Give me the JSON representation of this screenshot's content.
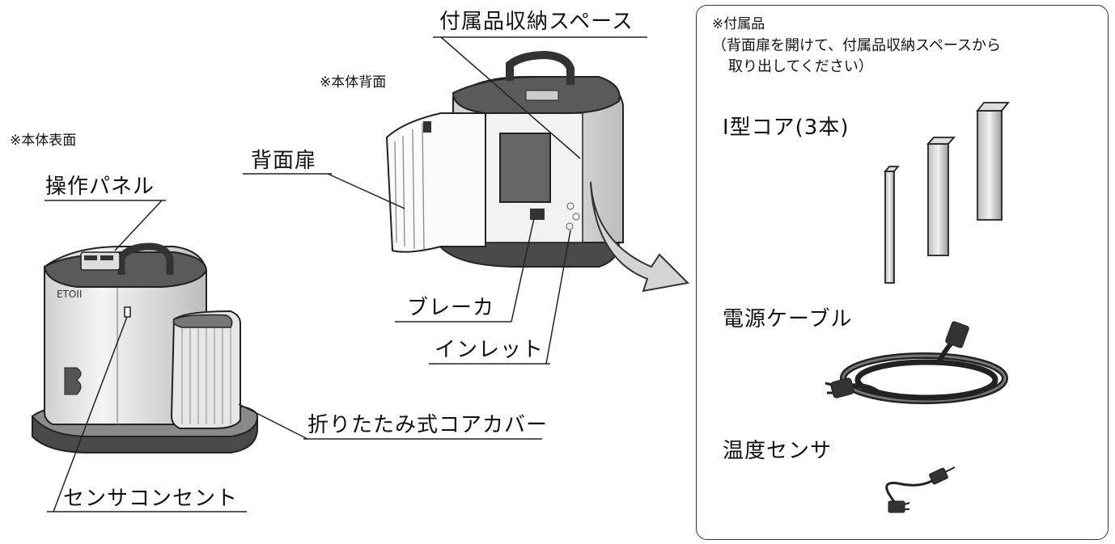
{
  "labels": {
    "body_front": "※本体表面",
    "body_back": "※本体背面",
    "control_panel": "操作パネル",
    "back_door": "背面扉",
    "breaker": "ブレーカ",
    "inlet": "インレット",
    "accessory_storage": "付属品収納スペース",
    "folding_core_cover": "折りたたみ式コアカバー",
    "sensor_outlet": "センサコンセント",
    "brand_mark": "ETOII"
  },
  "accessories": {
    "header": "※付属品",
    "note_line1": "（背面扉を開けて、付属品収納スペースから",
    "note_line2": "取り出してください）",
    "items": [
      {
        "label": "I型コア(3本)"
      },
      {
        "label": "電源ケーブル"
      },
      {
        "label": "温度センサ"
      }
    ]
  },
  "colors": {
    "line": "#222222",
    "light_gray": "#e6e6e6",
    "mid_gray": "#a8a8a8",
    "dark_gray": "#555555",
    "arrow_fill": "#d4d4d4"
  }
}
